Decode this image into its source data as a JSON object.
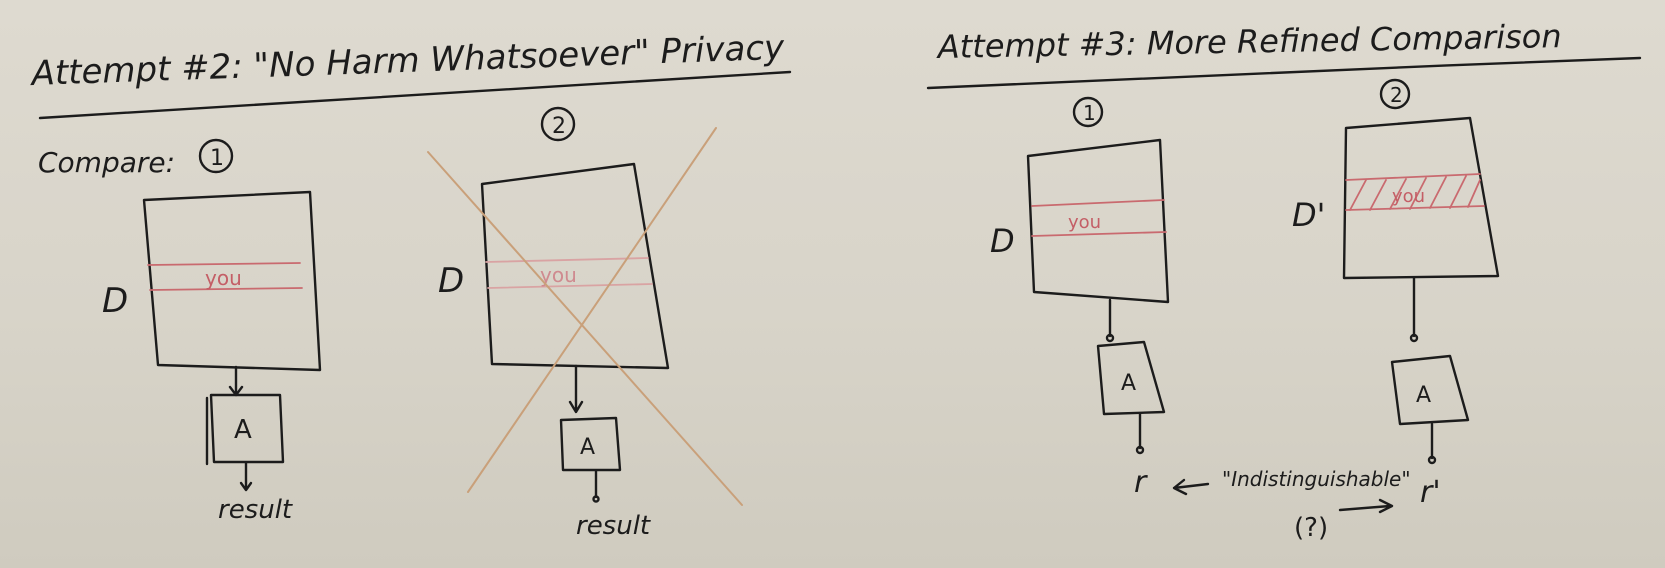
{
  "attempt2": {
    "title": "Attempt #2: \"No Harm Whatsoever\" Privacy",
    "compare_label": "Compare:",
    "case1": {
      "number": "1",
      "db_label": "D",
      "row_label": "you",
      "algo_label": "A",
      "output_label": "result"
    },
    "case2": {
      "number": "2",
      "db_label": "D",
      "row_label": "you",
      "algo_label": "A",
      "output_label": "result"
    }
  },
  "attempt3": {
    "title": "Attempt #3: More Refined Comparison",
    "case1": {
      "number": "1",
      "db_label": "D",
      "row_label": "you",
      "algo_label": "A",
      "output_label": "r"
    },
    "case2": {
      "number": "2",
      "db_label": "D'",
      "row_label": "you",
      "algo_label": "A",
      "output_label": "r'"
    },
    "relation_label": "\"Indistinguishable\"",
    "question_label": "(?)"
  },
  "colors": {
    "ink": "#1c1c1c",
    "red_marker": "#c96a6f",
    "cross_out": "#c9a07a",
    "board": "#dcd8cd"
  }
}
